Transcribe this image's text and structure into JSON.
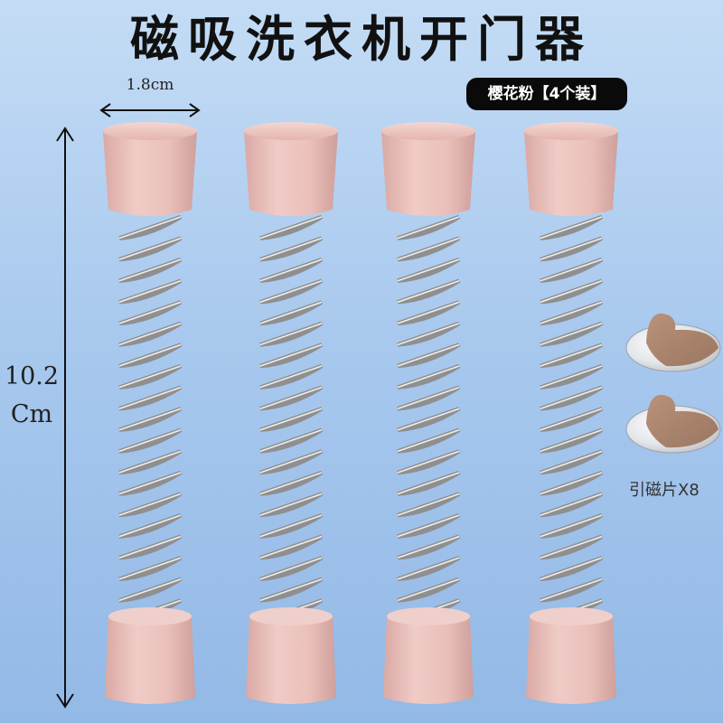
{
  "title": "磁吸洗衣机开门器",
  "badge": "樱花粉【4个装】",
  "dimensions": {
    "width_label": "1.8cm",
    "height_value": "10.2",
    "height_unit": "Cm"
  },
  "accessory_label": "引磁片X8",
  "product": {
    "count": 4,
    "cap_color": "#e8bcb8",
    "spring_color": "#b4b4b4",
    "patch_color": "#a9866f"
  },
  "accessory": {
    "count": 2
  }
}
